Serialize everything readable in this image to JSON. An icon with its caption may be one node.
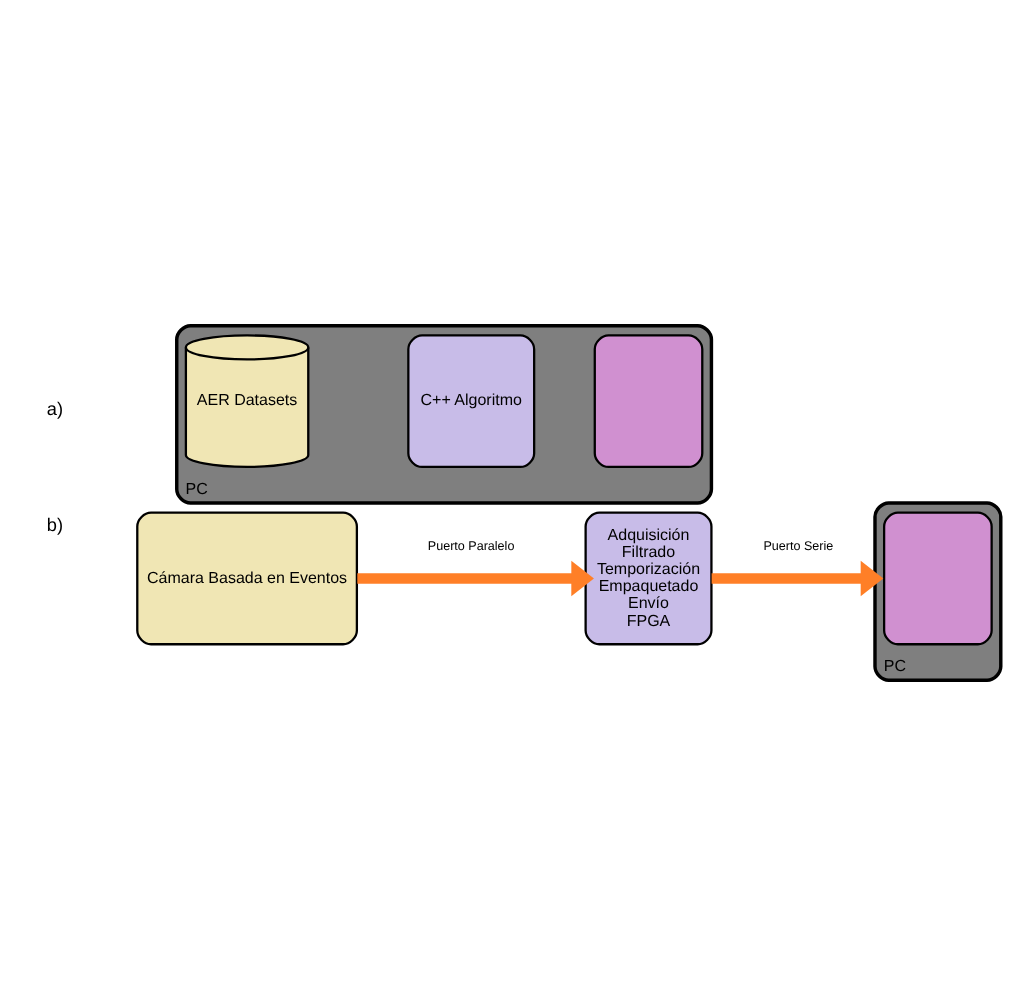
{
  "diagram": {
    "nodes": [
      {
        "text": [
          "PC"
        ]
      },
      {
        "text": [
          "AER Datasets"
        ],
        "in": 0
      },
      {
        "text": [
          "C++ Algoritmo"
        ],
        "in": 0
      },
      {
        "text": [],
        "shape": "box",
        "in": 0
      },
      {
        "text": [
          "Cámara Basada en Eventos"
        ]
      },
      {
        "text": [
          "Adquisición",
          "Filtrado",
          "Temporización",
          "Empaquetado",
          "Envío",
          "FPGA"
        ]
      },
      {
        "text": [
          "PC"
        ]
      },
      {
        "text": [],
        "shape": "box",
        "in": 6
      }
    ],
    "edges": [
      {
        "from": 4,
        "to": 5,
        "arrow": "to",
        "label": "Puerto Paralelo"
      },
      {
        "from": 5,
        "to": 6,
        "arrow": "to",
        "label": "Puerto Serie"
      }
    ],
    "labels": [
      "a)",
      "b)"
    ]
  }
}
